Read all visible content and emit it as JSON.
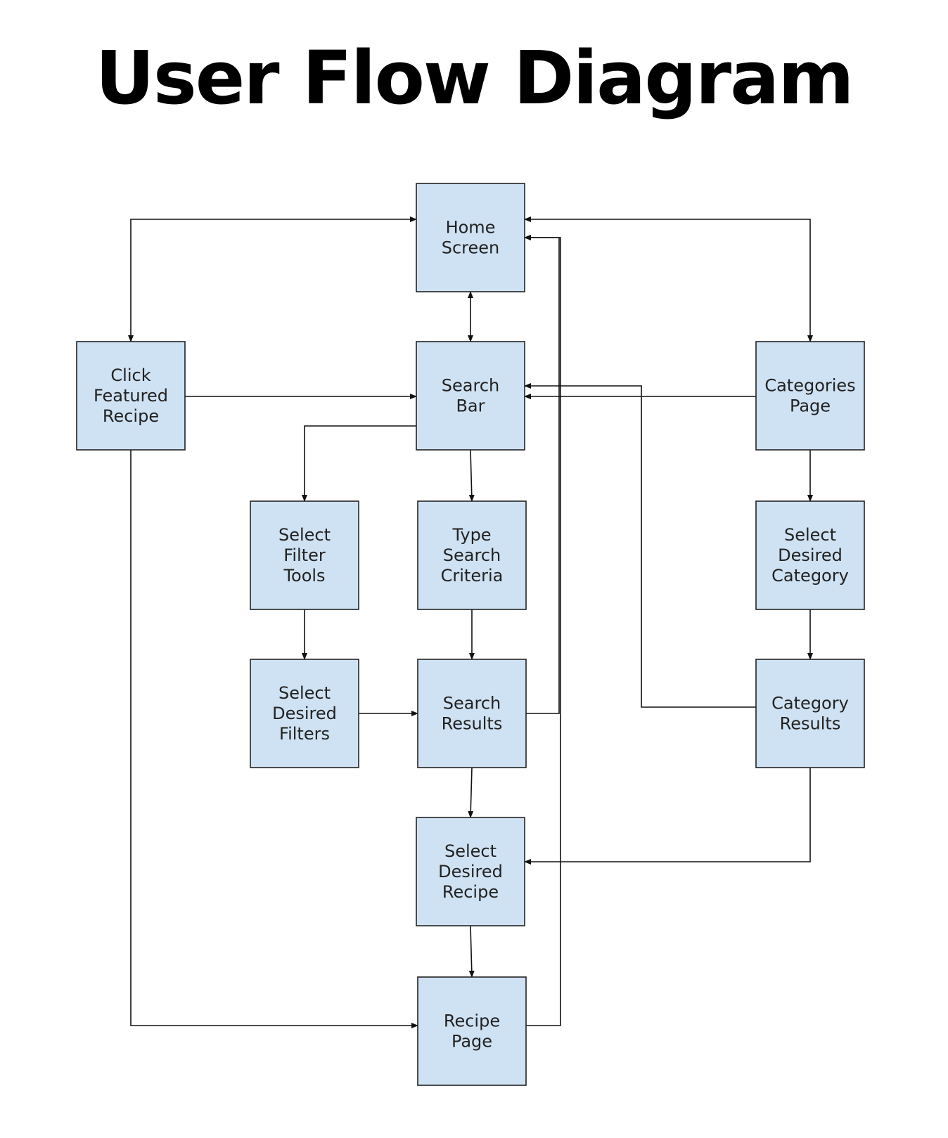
{
  "title": "User Flow Diagram",
  "colors": {
    "node_fill": "#cfe2f3",
    "node_stroke": "#222222",
    "text": "#222222",
    "edge": "#111111"
  },
  "nodes": [
    {
      "id": "home",
      "label": "Home Screen",
      "lines": [
        "Home",
        "Screen"
      ]
    },
    {
      "id": "click_featured",
      "label": "Click Featured Recipe",
      "lines": [
        "Click",
        "Featured",
        "Recipe"
      ]
    },
    {
      "id": "search_bar",
      "label": "Search Bar",
      "lines": [
        "Search",
        "Bar"
      ]
    },
    {
      "id": "categories_page",
      "label": "Categories Page",
      "lines": [
        "Categories",
        "Page"
      ]
    },
    {
      "id": "select_filter_tools",
      "label": "Select Filter Tools",
      "lines": [
        "Select",
        "Filter",
        "Tools"
      ]
    },
    {
      "id": "type_search",
      "label": "Type Search Criteria",
      "lines": [
        "Type",
        "Search",
        "Criteria"
      ]
    },
    {
      "id": "select_category",
      "label": "Select Desired Category",
      "lines": [
        "Select",
        "Desired",
        "Category"
      ]
    },
    {
      "id": "select_filters",
      "label": "Select Desired Filters",
      "lines": [
        "Select",
        "Desired",
        "Filters"
      ]
    },
    {
      "id": "search_results",
      "label": "Search Results",
      "lines": [
        "Search",
        "Results"
      ]
    },
    {
      "id": "category_results",
      "label": "Category Results",
      "lines": [
        "Category",
        "Results"
      ]
    },
    {
      "id": "select_recipe",
      "label": "Select Desired Recipe",
      "lines": [
        "Select",
        "Desired",
        "Recipe"
      ]
    },
    {
      "id": "recipe_page",
      "label": "Recipe Page",
      "lines": [
        "Recipe",
        "Page"
      ]
    }
  ],
  "edges": [
    {
      "id": "home-click_featured",
      "from": "home",
      "to": "click_featured",
      "bidirectional": true
    },
    {
      "id": "home-categories_page",
      "from": "home",
      "to": "categories_page",
      "bidirectional": true
    },
    {
      "id": "home-search_bar",
      "from": "home",
      "to": "search_bar",
      "bidirectional": true
    },
    {
      "id": "click_featured-search_bar",
      "from": "click_featured",
      "to": "search_bar",
      "bidirectional": false
    },
    {
      "id": "categories_page-search_bar",
      "from": "categories_page",
      "to": "search_bar",
      "bidirectional": false
    },
    {
      "id": "category_results-search_bar",
      "from": "category_results",
      "to": "search_bar",
      "bidirectional": false
    },
    {
      "id": "search_results-home",
      "from": "search_results",
      "to": "home",
      "bidirectional": false
    },
    {
      "id": "recipe_page-home",
      "from": "recipe_page",
      "to": "home",
      "bidirectional": false
    },
    {
      "id": "search_bar-select_filter_tools",
      "from": "search_bar",
      "to": "select_filter_tools",
      "bidirectional": false
    },
    {
      "id": "search_bar-type_search",
      "from": "search_bar",
      "to": "type_search",
      "bidirectional": false
    },
    {
      "id": "select_filter_tools-select_filters",
      "from": "select_filter_tools",
      "to": "select_filters",
      "bidirectional": false
    },
    {
      "id": "type_search-search_results",
      "from": "type_search",
      "to": "search_results",
      "bidirectional": false
    },
    {
      "id": "select_filters-search_results",
      "from": "select_filters",
      "to": "search_results",
      "bidirectional": false
    },
    {
      "id": "categories_page-select_category",
      "from": "categories_page",
      "to": "select_category",
      "bidirectional": false
    },
    {
      "id": "select_category-category_results",
      "from": "select_category",
      "to": "category_results",
      "bidirectional": false
    },
    {
      "id": "search_results-select_recipe",
      "from": "search_results",
      "to": "select_recipe",
      "bidirectional": false
    },
    {
      "id": "category_results-select_recipe",
      "from": "category_results",
      "to": "select_recipe",
      "bidirectional": false
    },
    {
      "id": "select_recipe-recipe_page",
      "from": "select_recipe",
      "to": "recipe_page",
      "bidirectional": false
    },
    {
      "id": "click_featured-recipe_page",
      "from": "click_featured",
      "to": "recipe_page",
      "bidirectional": false
    }
  ]
}
